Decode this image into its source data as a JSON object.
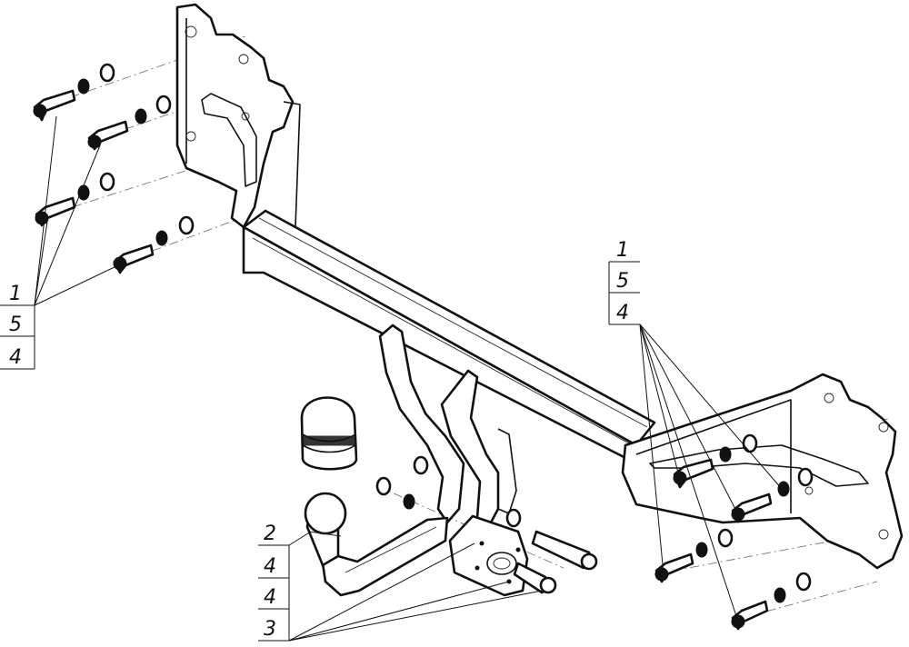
{
  "callouts": {
    "left": [
      "1",
      "5",
      "4"
    ],
    "right": [
      "1",
      "5",
      "4"
    ],
    "bottom": [
      "2",
      "4",
      "4",
      "3"
    ]
  },
  "colors": {
    "line": "#111111",
    "background": "#ffffff"
  }
}
